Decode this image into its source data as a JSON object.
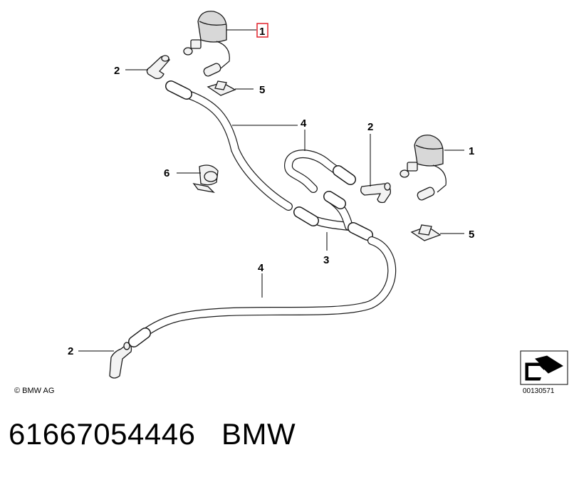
{
  "callouts": {
    "c1_top": "1",
    "c1_right": "1",
    "c2_top": "2",
    "c2_mid": "2",
    "c2_bottom": "2",
    "c3": "3",
    "c4_top": "4",
    "c4_bottom": "4",
    "c5_top": "5",
    "c5_right": "5",
    "c6": "6"
  },
  "highlight_color": "#e0202a",
  "copyright": "© BMW AG",
  "diagram_ref": "00130571",
  "part_number": "61667054446",
  "brand": "BMW"
}
